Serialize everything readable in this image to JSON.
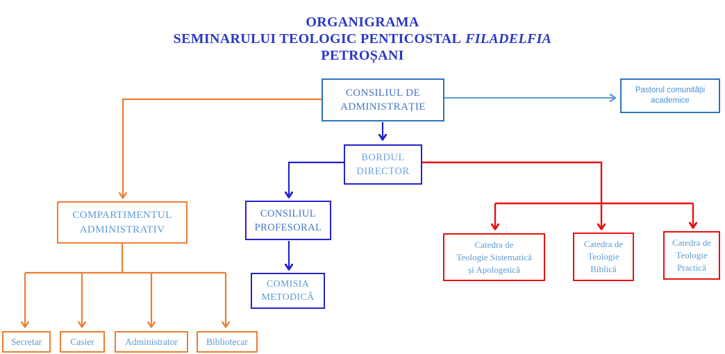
{
  "title": {
    "line1": "ORGANIGRAMA",
    "line2_regular": "SEMINARULUI TEOLOGIC PENTICOSTAL",
    "line2_italic": "FILADELFIA",
    "line3": "PETROȘANI"
  },
  "nodes": {
    "consiliul_administratie": {
      "lines": [
        "CONSILIUL DE",
        "ADMINISTRAȚIE"
      ]
    },
    "pastorul": {
      "lines": [
        "Pastorul comunității",
        "academice"
      ]
    },
    "bordul_director": {
      "lines": [
        "BORDUL",
        "DIRECTOR"
      ]
    },
    "compartimentul_administrativ": {
      "lines": [
        "COMPARTIMENTUL",
        "ADMINISTRATIV"
      ]
    },
    "consiliul_profesoral": {
      "lines": [
        "CONSILIUL",
        "PROFESORAL"
      ]
    },
    "comisia_metodica": {
      "lines": [
        "COMISIA",
        "METODICĂ"
      ]
    },
    "catedra_sistematica": {
      "lines": [
        "Catedra de",
        "Teologie Sistematică",
        "și Apologetică"
      ]
    },
    "catedra_biblica": {
      "lines": [
        "Catedra de",
        "Teologie",
        "Biblică"
      ]
    },
    "catedra_practica": {
      "lines": [
        "Catedra de",
        "Teologie",
        "Practică"
      ]
    },
    "secretar": {
      "lines": [
        "Secretar"
      ]
    },
    "casier": {
      "lines": [
        "Casier"
      ]
    },
    "administrator": {
      "lines": [
        "Administrator"
      ]
    },
    "bibliotecar": {
      "lines": [
        "Bibliotecar"
      ]
    }
  },
  "colors": {
    "title_text": "#2A38C5",
    "royal_blue_border_and_arrows": "#2222CC",
    "steel_blue_border": "#2E75B6",
    "orange_border_and_arrows": "#ED7D31",
    "red_border_and_arrows": "#E90F0F",
    "light_blue_text": "#5B9BD5",
    "mid_blue_text": "#4472C4",
    "light_blue_arrow": "#5B9BD5"
  }
}
